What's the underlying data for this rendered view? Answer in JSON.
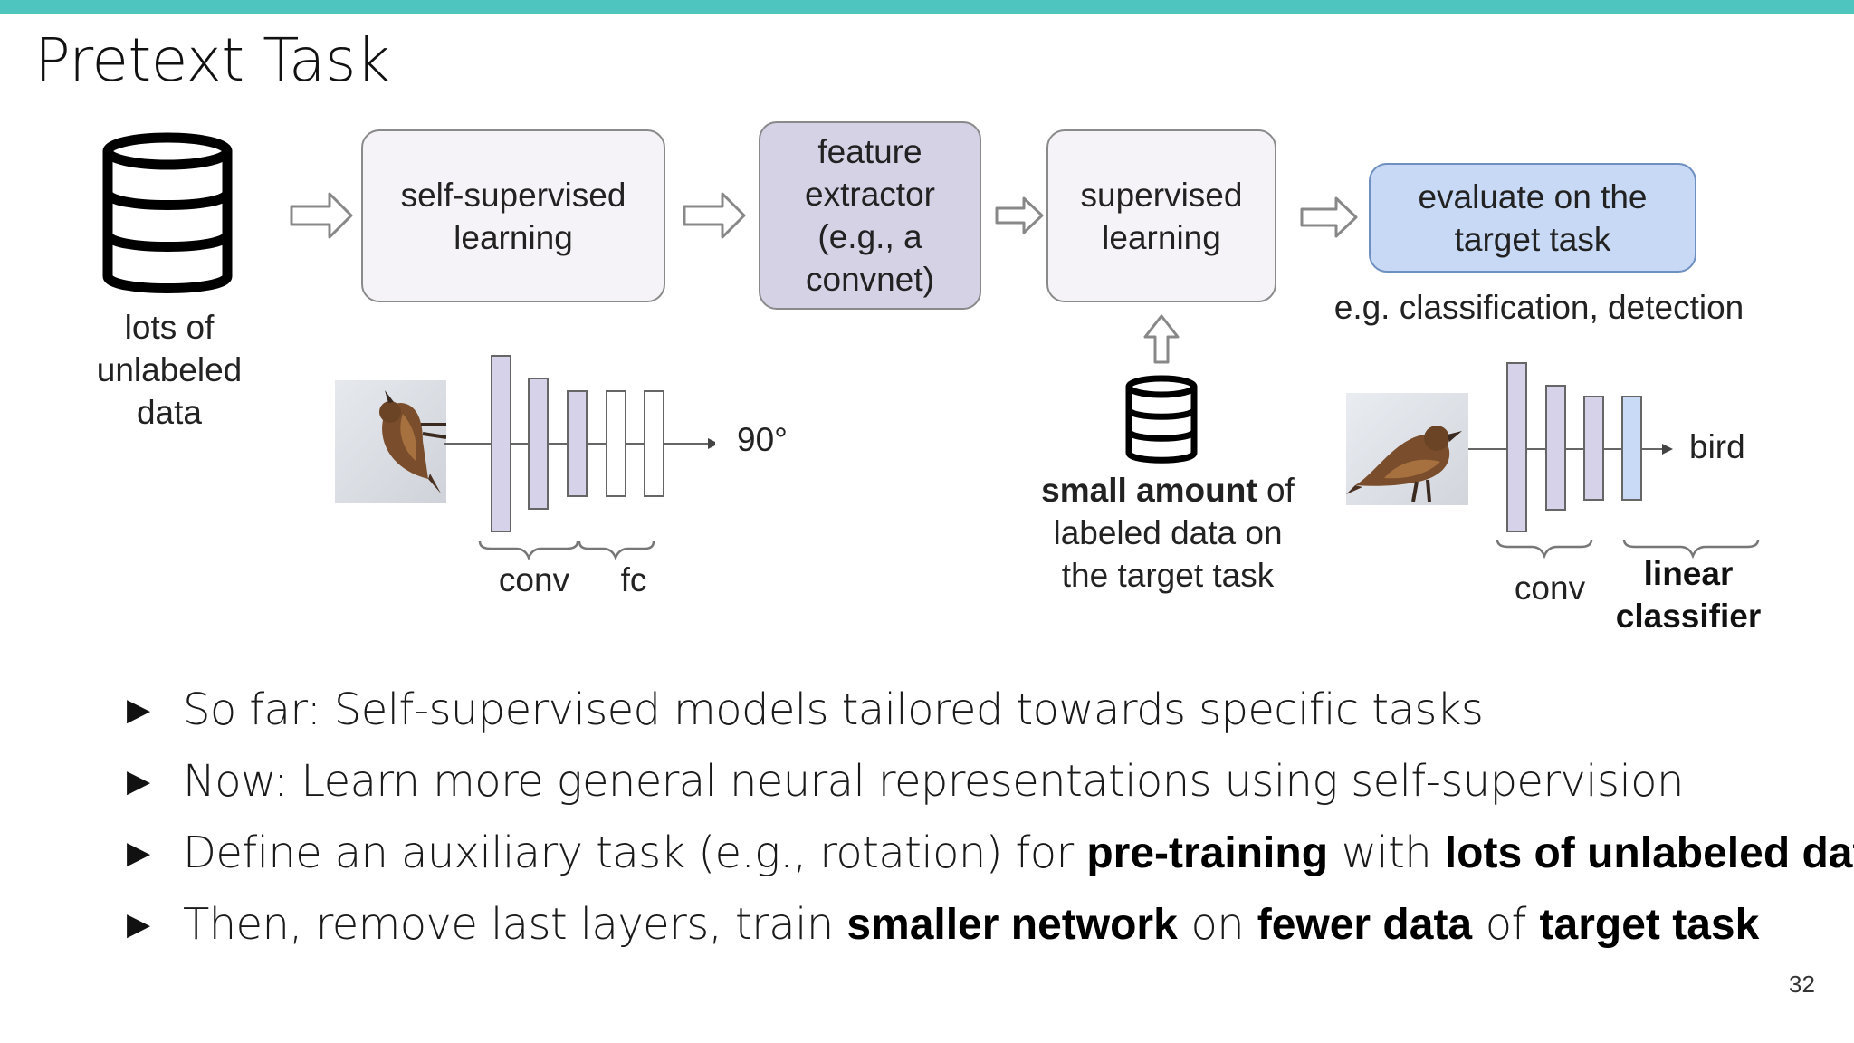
{
  "slide": {
    "title": "Pretext Task",
    "page_number": "32"
  },
  "diagram": {
    "data_label": [
      "lots of",
      "unlabeled",
      "data"
    ],
    "boxes": {
      "self_supervised": [
        "self-supervised",
        "learning"
      ],
      "feature_extractor": [
        "feature",
        "extractor",
        "(e.g., a",
        "convnet)"
      ],
      "supervised": [
        "supervised",
        "learning"
      ],
      "evaluate": [
        "evaluate on the",
        "target task"
      ]
    },
    "eval_note": "e.g. classification, detection",
    "pretext_net": {
      "output": "90°",
      "brace_left": "conv",
      "brace_right": "fc"
    },
    "small_data": {
      "line1_bold": "small amount",
      "line1_rest": " of",
      "line2": "labeled data on",
      "line3": "the target task"
    },
    "target_net": {
      "output": "bird",
      "brace_left": "conv",
      "brace_right": [
        "linear",
        "classifier"
      ]
    },
    "colors": {
      "accent_bar": "#4ec5bf",
      "feature_box": "#d5d2e6",
      "eval_box": "#c7d9f5",
      "layer_purple": "#d6d2ea",
      "layer_blue": "#c9daf7"
    }
  },
  "bullets": {
    "b1": "So far: Self-supervised models tailored towards specific tasks",
    "b2": "Now: Learn more general neural representations using self-supervision",
    "b3": {
      "t1": "Define an auxiliary task (e.g., rotation) for ",
      "b1": "pre-training",
      "t2": " with ",
      "b2": "lots of unlabeled data"
    },
    "b4": {
      "t1": "Then, remove last layers, train ",
      "b1": "smaller network",
      "t2": " on ",
      "b2": "fewer data",
      "t3": " of ",
      "b3": "target task"
    }
  }
}
